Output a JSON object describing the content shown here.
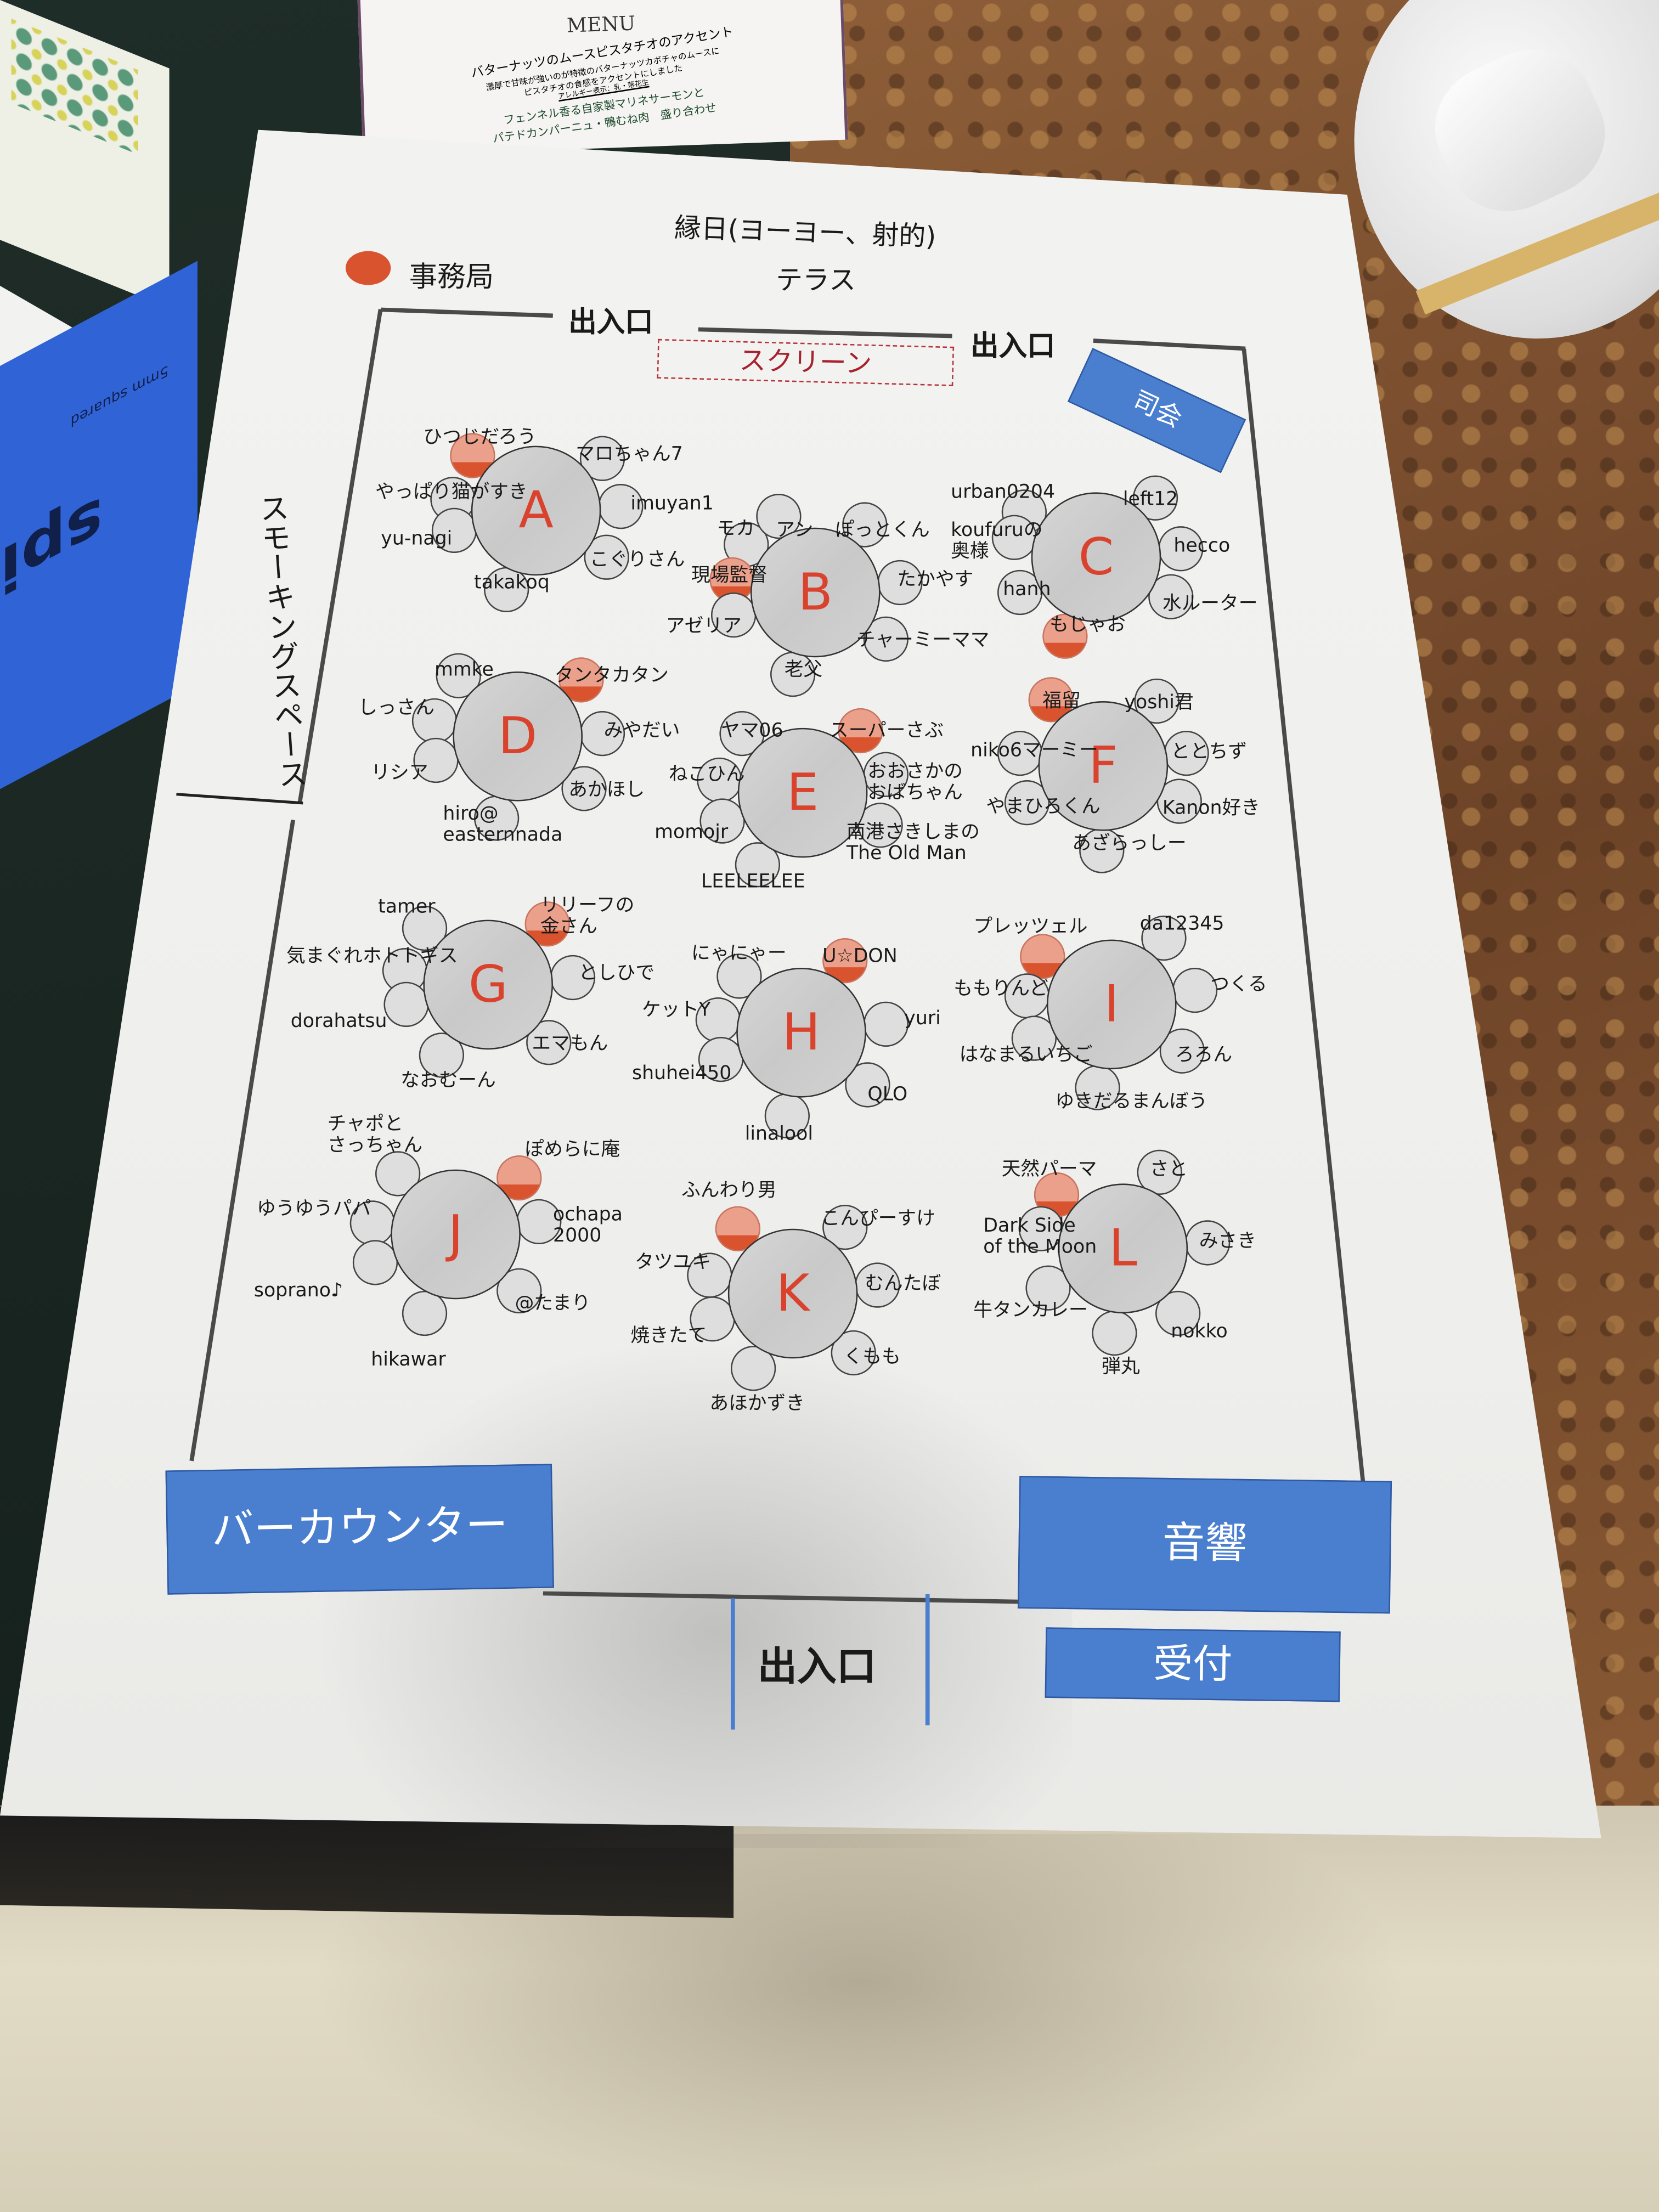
{
  "menu_card": {
    "heading": "MENU",
    "lines": [
      "バターナッツのムースピスタチオのアクセント",
      "濃厚で甘味が強いのが特徴のバターナッツカボチャのムースに",
      "ピスタチオの食感をアクセントにしました",
      "アレルギー表示：乳・落花生",
      "フェンネル香る自家製マリネサーモンと",
      "パテドカンパーニュ・鴨むね肉　盛り合わせ"
    ]
  },
  "notebook": {
    "brand": "spi",
    "grid": "5mm squared"
  },
  "floor_plan": {
    "legend_label": "事務局",
    "legend_color": "#d9532f",
    "title": "縁日(ヨーヨー、射的)",
    "terrace": "テラス",
    "entrance_top_left": "出入口",
    "entrance_top_right": "出入口",
    "screen": "スクリーン",
    "mc": "司会",
    "smoking_space": "スモーキングスペース",
    "bar_counter": "バーカウンター",
    "sound": "音響",
    "reception": "受付",
    "entrance_bottom": "出入口",
    "table_letter_color": "#d9432e",
    "zone_color": "#4a7fcf"
  },
  "tables": [
    {
      "letter": "A",
      "seats": [
        {
          "lines": [
            "ひつじだろう"
          ],
          "staff": true
        },
        {
          "lines": [
            "マロちゃん7"
          ],
          "staff": false
        },
        {
          "lines": [
            "やっぱり猫がすき"
          ],
          "staff": false
        },
        {
          "lines": [
            "imuyan1"
          ],
          "staff": false
        },
        {
          "lines": [
            "yu-nagi"
          ],
          "staff": false
        },
        {
          "lines": [
            "こぐりさん"
          ],
          "staff": false
        },
        {
          "lines": [
            "takakoq"
          ],
          "staff": false
        }
      ]
    },
    {
      "letter": "B",
      "seats": [
        {
          "lines": [
            "モカ"
          ],
          "staff": false
        },
        {
          "lines": [
            "アン"
          ],
          "staff": false
        },
        {
          "lines": [
            "ぽっとくん"
          ],
          "staff": false
        },
        {
          "lines": [
            "現場監督"
          ],
          "staff": true
        },
        {
          "lines": [
            "たかやす"
          ],
          "staff": false
        },
        {
          "lines": [
            "アゼリア"
          ],
          "staff": false
        },
        {
          "lines": [
            "チャーミーママ"
          ],
          "staff": false
        },
        {
          "lines": [
            "老父"
          ],
          "staff": false
        }
      ]
    },
    {
      "letter": "C",
      "seats": [
        {
          "lines": [
            "urban0204"
          ],
          "staff": false
        },
        {
          "lines": [
            "left12"
          ],
          "staff": false
        },
        {
          "lines": [
            "koufuruの",
            "奥様"
          ],
          "staff": false
        },
        {
          "lines": [
            "hecco"
          ],
          "staff": false
        },
        {
          "lines": [
            "hanh"
          ],
          "staff": false
        },
        {
          "lines": [
            "水ルーター"
          ],
          "staff": false
        },
        {
          "lines": [
            "もじゃお"
          ],
          "staff": true
        }
      ]
    },
    {
      "letter": "D",
      "seats": [
        {
          "lines": [
            "mmke"
          ],
          "staff": false
        },
        {
          "lines": [
            "タンタカタン"
          ],
          "staff": true
        },
        {
          "lines": [
            "しっさん"
          ],
          "staff": false
        },
        {
          "lines": [
            "みやだい"
          ],
          "staff": false
        },
        {
          "lines": [
            "リシア"
          ],
          "staff": false
        },
        {
          "lines": [
            "あかほし"
          ],
          "staff": false
        },
        {
          "lines": [
            "hiro@",
            "easternnada"
          ],
          "staff": false
        }
      ]
    },
    {
      "letter": "E",
      "seats": [
        {
          "lines": [
            "ヤマ06"
          ],
          "staff": false
        },
        {
          "lines": [
            "スーパーさぶ"
          ],
          "staff": true
        },
        {
          "lines": [
            "ねこひん"
          ],
          "staff": false
        },
        {
          "lines": [
            "おおさかの",
            "おばちゃん"
          ],
          "staff": false
        },
        {
          "lines": [
            "momojr"
          ],
          "staff": false
        },
        {
          "lines": [
            "南港さきしまの",
            "The Old Man"
          ],
          "staff": false
        },
        {
          "lines": [
            "LEELEELEE"
          ],
          "staff": false
        }
      ]
    },
    {
      "letter": "F",
      "seats": [
        {
          "lines": [
            "福留"
          ],
          "staff": true
        },
        {
          "lines": [
            "yoshi君"
          ],
          "staff": false
        },
        {
          "lines": [
            "niko6マーミー"
          ],
          "staff": false
        },
        {
          "lines": [
            "ととちず"
          ],
          "staff": false
        },
        {
          "lines": [
            "やまひろくん"
          ],
          "staff": false
        },
        {
          "lines": [
            "Kanon好き"
          ],
          "staff": false
        },
        {
          "lines": [
            "あざらっしー"
          ],
          "staff": false
        }
      ]
    },
    {
      "letter": "G",
      "seats": [
        {
          "lines": [
            "tamer"
          ],
          "staff": false
        },
        {
          "lines": [
            "リリーフの",
            "金さん"
          ],
          "staff": true
        },
        {
          "lines": [
            "気まぐれホトトギス"
          ],
          "staff": false
        },
        {
          "lines": [
            "としひで"
          ],
          "staff": false
        },
        {
          "lines": [
            "dorahatsu"
          ],
          "staff": false
        },
        {
          "lines": [
            "エマもん"
          ],
          "staff": false
        },
        {
          "lines": [
            "なおむーん"
          ],
          "staff": false
        }
      ]
    },
    {
      "letter": "H",
      "seats": [
        {
          "lines": [
            "にゃにゃー"
          ],
          "staff": false
        },
        {
          "lines": [
            "U☆DON"
          ],
          "staff": true
        },
        {
          "lines": [
            "ケットY"
          ],
          "staff": false
        },
        {
          "lines": [
            "yuri"
          ],
          "staff": false
        },
        {
          "lines": [
            "shuhei450"
          ],
          "staff": false
        },
        {
          "lines": [
            "QLO"
          ],
          "staff": false
        },
        {
          "lines": [
            "linalool"
          ],
          "staff": false
        }
      ]
    },
    {
      "letter": "I",
      "seats": [
        {
          "lines": [
            "プレッツェル"
          ],
          "staff": true
        },
        {
          "lines": [
            "da12345"
          ],
          "staff": false
        },
        {
          "lines": [
            "ももりんど"
          ],
          "staff": false
        },
        {
          "lines": [
            "つくる"
          ],
          "staff": false
        },
        {
          "lines": [
            "はなまるいちご"
          ],
          "staff": false
        },
        {
          "lines": [
            "ろろん"
          ],
          "staff": false
        },
        {
          "lines": [
            "ゆきだるまんぼう"
          ],
          "staff": false
        }
      ]
    },
    {
      "letter": "J",
      "seats": [
        {
          "lines": [
            "チャポと",
            "さっちゃん"
          ],
          "staff": false
        },
        {
          "lines": [
            "ぽめらに庵"
          ],
          "staff": true
        },
        {
          "lines": [
            "ゆうゆうパパ"
          ],
          "staff": false
        },
        {
          "lines": [
            "ochapa",
            "2000"
          ],
          "staff": false
        },
        {
          "lines": [
            "soprano♪"
          ],
          "staff": false
        },
        {
          "lines": [
            "@たまり"
          ],
          "staff": false
        },
        {
          "lines": [
            "hikawar"
          ],
          "staff": false
        }
      ]
    },
    {
      "letter": "K",
      "seats": [
        {
          "lines": [
            "ふんわり男"
          ],
          "staff": true
        },
        {
          "lines": [
            "こんぴーすけ"
          ],
          "staff": false
        },
        {
          "lines": [
            "タツユキ"
          ],
          "staff": false
        },
        {
          "lines": [
            "むんたぼ"
          ],
          "staff": false
        },
        {
          "lines": [
            "焼きたて"
          ],
          "staff": false
        },
        {
          "lines": [
            "くもも"
          ],
          "staff": false
        },
        {
          "lines": [
            "あほかずき"
          ],
          "staff": false
        }
      ]
    },
    {
      "letter": "L",
      "seats": [
        {
          "lines": [
            "天然パーマ"
          ],
          "staff": true
        },
        {
          "lines": [
            "さと"
          ],
          "staff": false
        },
        {
          "lines": [
            "Dark Side",
            "of the Moon"
          ],
          "staff": false
        },
        {
          "lines": [
            "みさき"
          ],
          "staff": false
        },
        {
          "lines": [
            "牛タンカレー"
          ],
          "staff": false
        },
        {
          "lines": [
            "nokko"
          ],
          "staff": false
        },
        {
          "lines": [
            "弾丸"
          ],
          "staff": false
        }
      ]
    }
  ]
}
